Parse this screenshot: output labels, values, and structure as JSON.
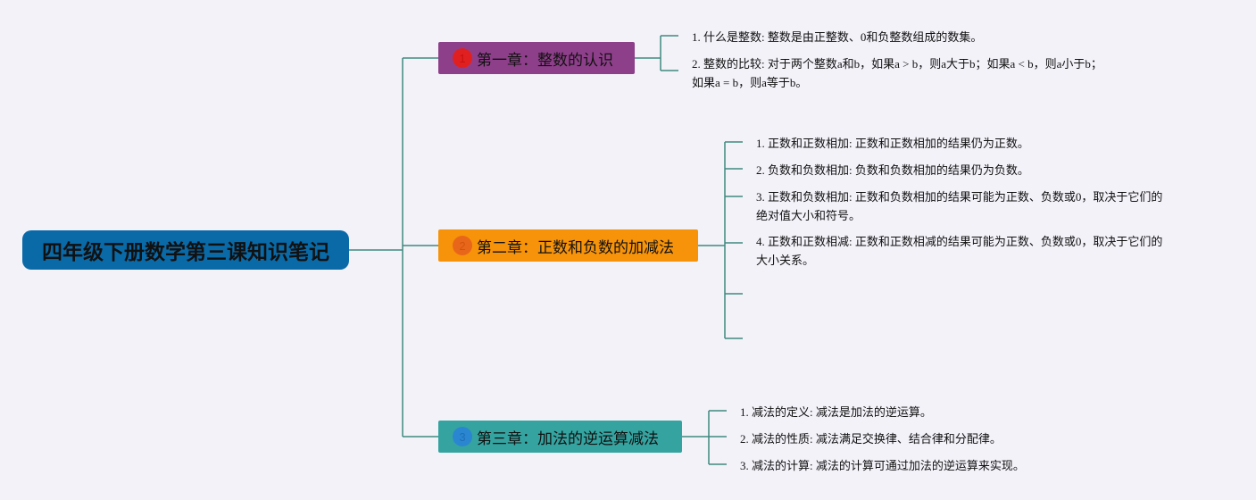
{
  "root": {
    "title": "四年级下册数学第三课知识笔记",
    "color": "#0a6aa8"
  },
  "line_color": "#3f8a7f",
  "branches": [
    {
      "label": "第一章：整数的认识",
      "badge": "1",
      "color": "#8e3f8a",
      "badge_color": "#e02020",
      "items": [
        "1. 什么是整数: 整数是由正整数、0和负整数组成的数集。",
        "2. 整数的比较: 对于两个整数a和b，如果a > b，则a大于b；如果a < b，则a小于b；\n如果a = b，则a等于b。"
      ]
    },
    {
      "label": "第二章：正数和负数的加减法",
      "badge": "2",
      "color": "#f7930a",
      "badge_color": "#e8661a",
      "items": [
        "1. 正数和正数相加: 正数和正数相加的结果仍为正数。",
        "2. 负数和负数相加: 负数和负数相加的结果仍为负数。",
        "3. 正数和负数相加: 正数和负数相加的结果可能为正数、负数或0，取决于它们的\n绝对值大小和符号。",
        "4. 正数和正数相减: 正数和正数相减的结果可能为正数、负数或0，取决于它们的\n大小关系。"
      ]
    },
    {
      "label": "第三章：加法的逆运算减法",
      "badge": "3",
      "color": "#35a3a0",
      "badge_color": "#2a86d0",
      "items": [
        "1. 减法的定义: 减法是加法的逆运算。",
        "2. 减法的性质: 减法满足交换律、结合律和分配律。",
        "3. 减法的计算: 减法的计算可通过加法的逆运算来实现。"
      ]
    }
  ]
}
